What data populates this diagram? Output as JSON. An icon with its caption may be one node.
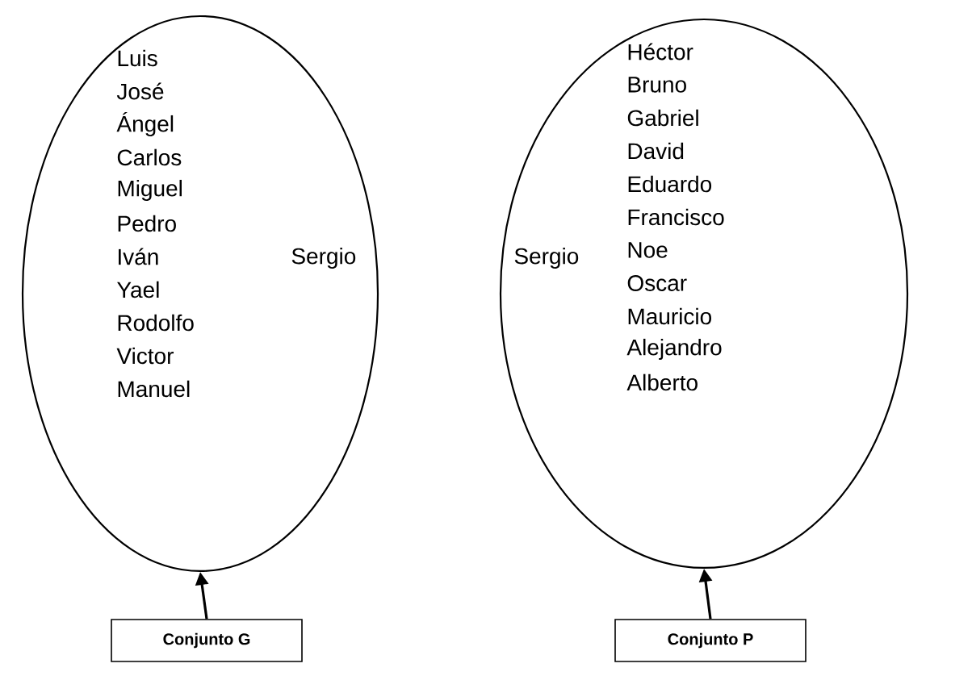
{
  "diagram": {
    "nodes": [
      {
        "text": [
          "Luis",
          "José",
          "Ángel",
          "Carlos",
          "Miguel",
          "Pedro",
          "Iván",
          "Yael",
          "Rodolfo",
          "Victor",
          "Manuel",
          "Sergio"
        ]
      },
      {
        "text": [
          "Héctor",
          "Bruno",
          "Gabriel",
          "David",
          "Eduardo",
          "Francisco",
          "Noe",
          "Oscar",
          "Mauricio",
          "Alejandro",
          "Alberto",
          "Sergio"
        ]
      },
      {
        "text": [
          "Conjunto G"
        ]
      },
      {
        "text": [
          "Conjunto P"
        ]
      }
    ],
    "edges": [
      {
        "from": 2,
        "to": 0,
        "arrow": "to"
      },
      {
        "from": 3,
        "to": 1,
        "arrow": "to"
      }
    ]
  }
}
